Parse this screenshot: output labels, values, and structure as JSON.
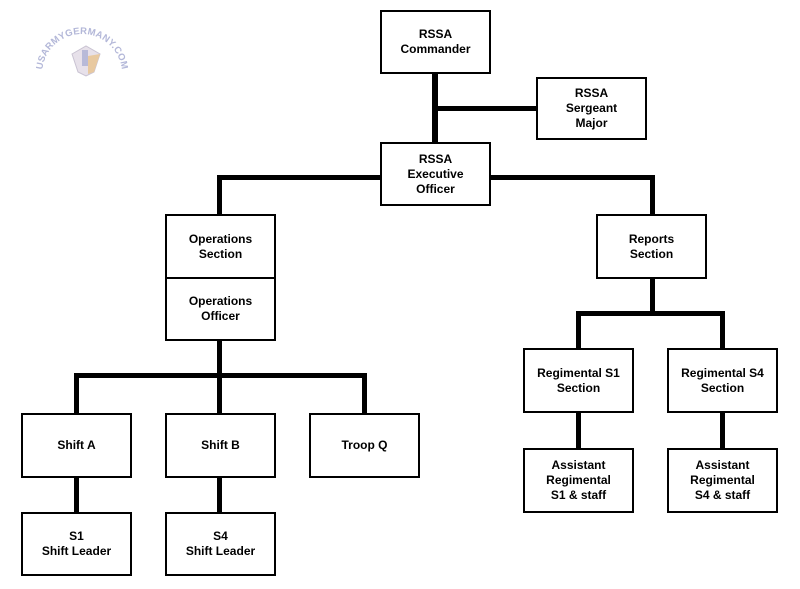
{
  "watermark": {
    "text": "USARMYGERMANY.COM"
  },
  "colors": {
    "line": "#000000",
    "box_border": "#000000",
    "box_fill": "#ffffff",
    "watermark": "#9aa0cc"
  },
  "org_chart": {
    "nodes": [
      {
        "id": "commander",
        "label": "RSSA\nCommander"
      },
      {
        "id": "sergeant-major",
        "label": "RSSA\nSergeant\nMajor"
      },
      {
        "id": "executive-officer",
        "label": "RSSA\nExecutive\nOfficer"
      },
      {
        "id": "operations-section",
        "label": "Operations\nSection"
      },
      {
        "id": "operations-officer",
        "label": "Operations\nOfficer"
      },
      {
        "id": "reports-section",
        "label": "Reports\nSection"
      },
      {
        "id": "shift-a",
        "label": "Shift A"
      },
      {
        "id": "shift-b",
        "label": "Shift B"
      },
      {
        "id": "troop-q",
        "label": "Troop Q"
      },
      {
        "id": "regimental-s1-section",
        "label": "Regimental S1\nSection"
      },
      {
        "id": "regimental-s4-section",
        "label": "Regimental S4\nSection"
      },
      {
        "id": "s1-shift-leader",
        "label": "S1\nShift Leader"
      },
      {
        "id": "s4-shift-leader",
        "label": "S4\nShift Leader"
      },
      {
        "id": "asst-regimental-s1",
        "label": "Assistant\nRegimental\nS1 & staff"
      },
      {
        "id": "asst-regimental-s4",
        "label": "Assistant\nRegimental\nS4 & staff"
      }
    ],
    "links": [
      {
        "from": "commander",
        "to": "executive-officer"
      },
      {
        "from": "commander",
        "to": "sergeant-major"
      },
      {
        "from": "executive-officer",
        "to": "operations-section"
      },
      {
        "from": "executive-officer",
        "to": "reports-section"
      },
      {
        "from": "operations-section",
        "to": "operations-officer"
      },
      {
        "from": "operations-officer",
        "to": "shift-a"
      },
      {
        "from": "operations-officer",
        "to": "shift-b"
      },
      {
        "from": "operations-officer",
        "to": "troop-q"
      },
      {
        "from": "shift-a",
        "to": "s1-shift-leader"
      },
      {
        "from": "shift-b",
        "to": "s4-shift-leader"
      },
      {
        "from": "reports-section",
        "to": "regimental-s1-section"
      },
      {
        "from": "reports-section",
        "to": "regimental-s4-section"
      },
      {
        "from": "regimental-s1-section",
        "to": "asst-regimental-s1"
      },
      {
        "from": "regimental-s4-section",
        "to": "asst-regimental-s4"
      }
    ]
  }
}
